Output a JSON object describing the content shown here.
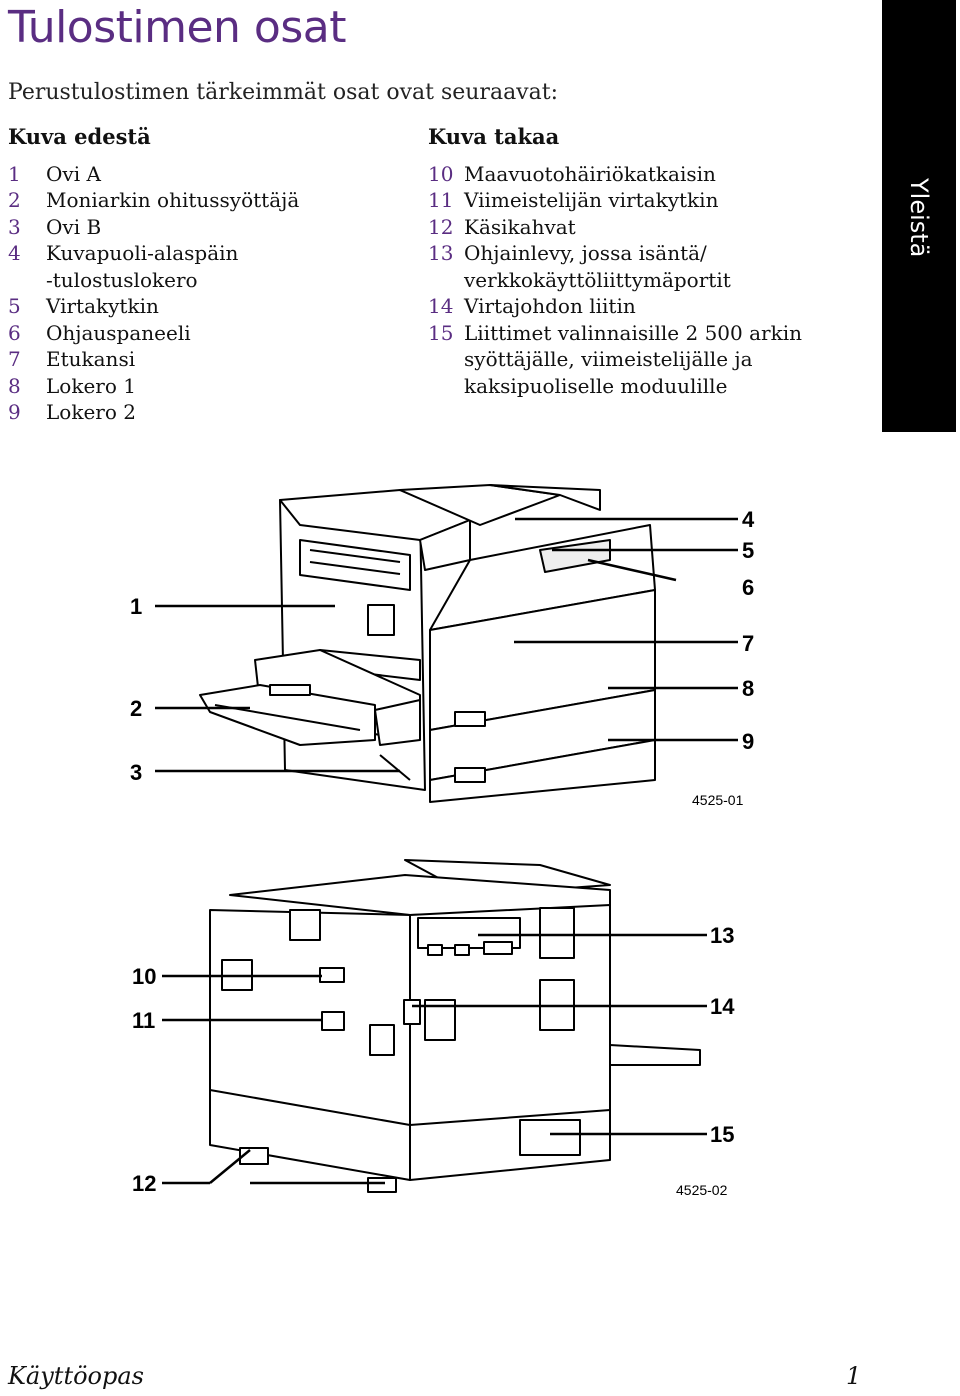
{
  "page": {
    "title": "Tulostimen osat",
    "intro": "Perustulostimen tärkeimmät osat ovat seuraavat:",
    "side_tab": "Yleistä",
    "accent_color": "#5a2d82"
  },
  "front": {
    "heading": "Kuva edestä",
    "items": [
      {
        "num": "1",
        "label": "Ovi A"
      },
      {
        "num": "2",
        "label": "Moniarkin ohitussyöttäjä"
      },
      {
        "num": "3",
        "label": "Ovi B"
      },
      {
        "num": "4",
        "label": "Kuvapuoli-alaspäin\n-tulostuslokero"
      },
      {
        "num": "5",
        "label": "Virtakytkin"
      },
      {
        "num": "6",
        "label": "Ohjauspaneeli"
      },
      {
        "num": "7",
        "label": "Etukansi"
      },
      {
        "num": "8",
        "label": "Lokero 1"
      },
      {
        "num": "9",
        "label": "Lokero 2"
      }
    ]
  },
  "back": {
    "heading": "Kuva takaa",
    "items": [
      {
        "num": "10",
        "label": "Maavuotohäiriökatkaisin"
      },
      {
        "num": "11",
        "label": "Viimeistelijän virtakytkin"
      },
      {
        "num": "12",
        "label": "Käsikahvat"
      },
      {
        "num": "13",
        "label": "Ohjainlevy, jossa isäntä/\nverkkokäyttöliittymäportit"
      },
      {
        "num": "14",
        "label": "Virtajohdon liitin"
      },
      {
        "num": "15",
        "label": "Liittimet valinnaisille 2 500 arkin\nsyöttäjälle, viimeistelijälle ja\nkaksipuoliselle moduulille"
      }
    ]
  },
  "figure_front": {
    "callouts_left": [
      "1",
      "2",
      "3"
    ],
    "callouts_right": [
      "4",
      "5",
      "6",
      "7",
      "8",
      "9"
    ],
    "figure_id": "4525-01"
  },
  "figure_rear": {
    "callouts_left": [
      "10",
      "11",
      "12"
    ],
    "callouts_right": [
      "13",
      "14",
      "15"
    ],
    "figure_id": "4525-02"
  },
  "footer": {
    "manual": "Käyttöopas",
    "page_number": "1"
  }
}
